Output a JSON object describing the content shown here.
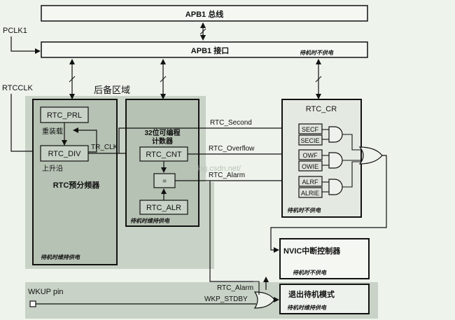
{
  "bus": {
    "apb1_bus": "APB1 总线",
    "apb1_interface": "APB1 接口",
    "no_power_note": "待机时不供电",
    "pclk1": "PCLK1",
    "rtcclk": "RTCCLK"
  },
  "backup_domain": {
    "title": "后备区域",
    "footer_note": "待机时维持供电"
  },
  "prescaler": {
    "prl": "RTC_PRL",
    "reload": "重装载",
    "div": "RTC_DIV",
    "rising_edge": "上升沿",
    "title": "RTC预分频器",
    "footer_note": "待机时维持供电"
  },
  "counter": {
    "title_line1": "32位可编程",
    "title_line2": "计数器",
    "cnt": "RTC_CNT",
    "equals": "=",
    "alr": "RTC_ALR",
    "footer_note": "待机时维持供电",
    "tr_clk": "TR_CLK"
  },
  "signals": {
    "second": "RTC_Second",
    "overflow": "RTC_Overflow",
    "alarm": "RTC_Alarm",
    "alarm2": "RTC_Alarm",
    "wkp_stdby": "WKP_STDBY",
    "wkup_pin": "WKUP pin"
  },
  "rtc_cr": {
    "title": "RTC_CR",
    "secf": "SECF",
    "secie": "SECIE",
    "owf": "OWF",
    "owie": "OWIE",
    "alrf": "ALRF",
    "alrie": "ALRIE",
    "footer_note": "待机时不供电"
  },
  "nvic": {
    "title": "NVIC中断控制器",
    "footer_note": "待机时不供电"
  },
  "exit_standby": {
    "title": "退出待机模式",
    "footer_note": "待机时维持供电"
  },
  "watermark": "http://blog.csdn.net/"
}
